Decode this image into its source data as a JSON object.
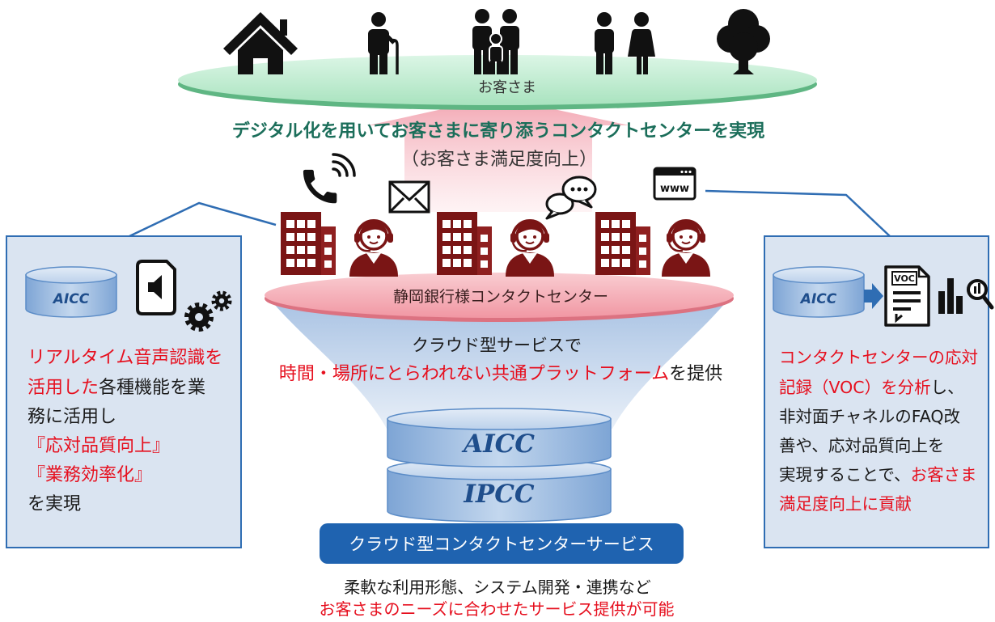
{
  "customers": {
    "label": "お客さま",
    "icons": [
      "house-icon",
      "elderly-person-icon",
      "family-icon",
      "couple-icon",
      "tree-icon"
    ]
  },
  "headline": {
    "main": "デジタル化を用いてお客さまに寄り添うコンタクトセンターを実現",
    "sub": "（お客さま満足度向上）"
  },
  "channels": {
    "icons": [
      "phone-icon",
      "envelope-icon",
      "chat-icon",
      "web-browser-icon"
    ],
    "web_icon_text": "www"
  },
  "contact_center": {
    "label": "静岡銀行様コンタクトセンター",
    "icons": [
      "office-building-icon",
      "operator-headset-icon"
    ]
  },
  "funnel": {
    "line1": "クラウド型サービスで",
    "line2": [
      {
        "text": "時間・場所にとらわれない共通プラットフォーム",
        "emphasis": true
      },
      {
        "text": "を提供",
        "emphasis": false
      }
    ]
  },
  "platform": {
    "layers": [
      "AICC",
      "IPCC"
    ],
    "service_label": "クラウド型コンタクトセンターサービス"
  },
  "footer": {
    "lines": [
      {
        "text": "柔軟な利用形態、システム開発・連携など",
        "emphasis": false
      },
      {
        "text": "お客さまのニーズに合わせたサービス提供が可能",
        "emphasis": true
      }
    ]
  },
  "left_panel": {
    "db_label": "AICC",
    "icons": [
      "database-icon",
      "audio-file-icon",
      "gears-icon"
    ],
    "lines": [
      {
        "segments": [
          {
            "text": "リアルタイム音声認識を",
            "emphasis": true
          }
        ]
      },
      {
        "segments": [
          {
            "text": "活用した",
            "emphasis": true
          },
          {
            "text": "各種機能を業",
            "emphasis": false
          }
        ]
      },
      {
        "segments": [
          {
            "text": "務に活用し",
            "emphasis": false
          }
        ]
      },
      {
        "segments": [
          {
            "text": "『応対品質向上』",
            "emphasis": true
          }
        ]
      },
      {
        "segments": [
          {
            "text": "『業務効率化』",
            "emphasis": true
          }
        ]
      },
      {
        "segments": [
          {
            "text": "を実現",
            "emphasis": false
          }
        ]
      }
    ]
  },
  "right_panel": {
    "db_label": "AICC",
    "voc_icon_text": "VOC",
    "icons": [
      "database-icon",
      "arrow-right-icon",
      "voc-document-icon",
      "chart-search-icon"
    ],
    "lines": [
      {
        "segments": [
          {
            "text": "コンタクトセンターの応対",
            "emphasis": true
          }
        ]
      },
      {
        "segments": [
          {
            "text": "記録（VOC）を分析",
            "emphasis": true
          },
          {
            "text": "し、",
            "emphasis": false
          }
        ]
      },
      {
        "segments": [
          {
            "text": "非対面チャネルのFAQ改",
            "emphasis": false
          }
        ]
      },
      {
        "segments": [
          {
            "text": "善や、応対品質向上を",
            "emphasis": false
          }
        ]
      },
      {
        "segments": [
          {
            "text": "実現することで、",
            "emphasis": false
          },
          {
            "text": "お客さま",
            "emphasis": true
          }
        ]
      },
      {
        "segments": [
          {
            "text": "満足度向上に貢献",
            "emphasis": true
          }
        ]
      }
    ]
  },
  "colors": {
    "emphasis": "#e60f1e",
    "body_text": "#1a1a1a",
    "headline": "#1b6e5a",
    "service_bar": "#1f63b0",
    "panel_border": "#2f6db3",
    "panel_fill": "#dae4f1",
    "building": "#7a1515",
    "customer_ellipse": "#a9e3bf",
    "contact_center_ellipse": "#f4a9b2",
    "funnel": "#b3cbe7"
  }
}
